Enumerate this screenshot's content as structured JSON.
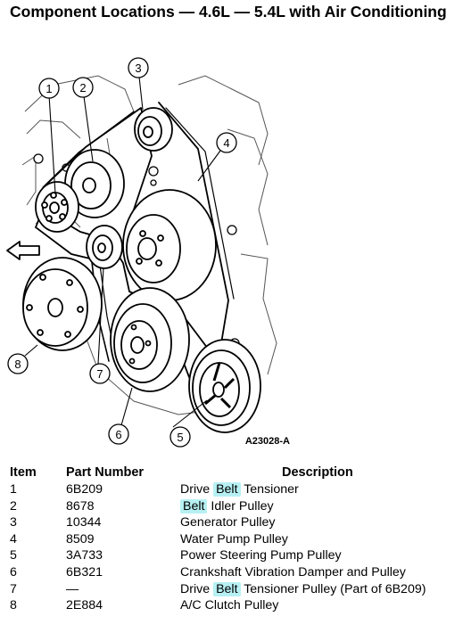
{
  "title": "Component Locations — 4.6L — 5.4L with Air Conditioning",
  "diagram": {
    "figure_code": "A23028-A",
    "callouts": [
      "1",
      "2",
      "3",
      "4",
      "5",
      "6",
      "7",
      "8"
    ]
  },
  "table": {
    "headers": {
      "item": "Item",
      "part_number": "Part Number",
      "description": "Description"
    },
    "highlight_color": "#b7f0f3",
    "rows": [
      {
        "item": "1",
        "part": "6B209",
        "desc_pre": "Drive ",
        "desc_hl": "Belt",
        "desc_post": " Tensioner"
      },
      {
        "item": "2",
        "part": "8678",
        "desc_pre": "",
        "desc_hl": "Belt",
        "desc_post": " Idler Pulley"
      },
      {
        "item": "3",
        "part": "10344",
        "desc_pre": "Generator Pulley",
        "desc_hl": "",
        "desc_post": ""
      },
      {
        "item": "4",
        "part": "8509",
        "desc_pre": "Water Pump Pulley",
        "desc_hl": "",
        "desc_post": ""
      },
      {
        "item": "5",
        "part": "3A733",
        "desc_pre": "Power Steering Pump Pulley",
        "desc_hl": "",
        "desc_post": ""
      },
      {
        "item": "6",
        "part": "6B321",
        "desc_pre": "Crankshaft Vibration Damper and Pulley",
        "desc_hl": "",
        "desc_post": ""
      },
      {
        "item": "7",
        "part": "—",
        "desc_pre": "Drive ",
        "desc_hl": "Belt",
        "desc_post": " Tensioner Pulley (Part of 6B209)"
      },
      {
        "item": "8",
        "part": "2E884",
        "desc_pre": "A/C Clutch Pulley",
        "desc_hl": "",
        "desc_post": ""
      }
    ]
  }
}
